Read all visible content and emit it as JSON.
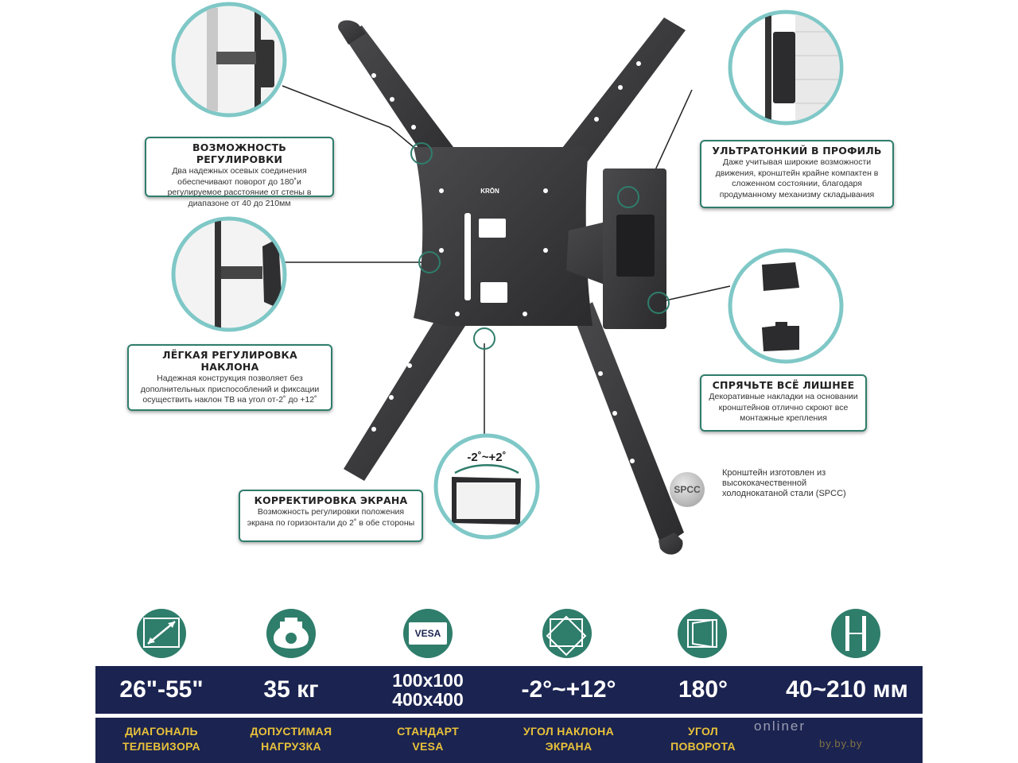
{
  "callouts": [
    {
      "id": "adjust",
      "title": "ВОЗМОЖНОСТЬ РЕГУЛИРОВКИ",
      "body": "Два надежных осевых соединения обеспечивают поворот  до 180˚и регулируемое расстояние от стены в диапазоне от 40 до 210мм"
    },
    {
      "id": "tilt",
      "title": "ЛЁГКАЯ РЕГУЛИРОВКА НАКЛОНА",
      "body": "Надежная конструкция позволяет без дополнительных приспособлений и фиксации осуществить наклон ТВ на угол от-2˚ до +12˚"
    },
    {
      "id": "level",
      "title": "КОРРЕКТИРОВКА ЭКРАНА",
      "body": "Возможность регулировки положения экрана по горизонтали до 2˚ в обе стороны"
    },
    {
      "id": "slim",
      "title": "УЛЬТРАТОНКИЙ В ПРОФИЛЬ",
      "body": "Даже учитывая широкие возможности движения, кронштейн крайне компактен в сложенном состоянии, благодаря продуманному механизму складывания"
    },
    {
      "id": "hide",
      "title": "СПРЯЧЬТЕ ВСЁ ЛИШНЕЕ",
      "body": "Декоративные накладки на основании кронштейнов отлично скроют все монтажные крепления"
    }
  ],
  "spcc": {
    "badge": "SPCC",
    "text": "Кронштейн изготовлен из высококачественной холоднокатаной  стали (SPCC)"
  },
  "brand": "KRŌN",
  "level_label": "-2˚~+2˚",
  "specs": [
    {
      "icon": "diagonal-icon",
      "value": "26\"-55\"",
      "label": "ДИАГОНАЛЬ ТЕЛЕВИЗОРА"
    },
    {
      "icon": "weight-icon",
      "value": "35 кг",
      "label": "ДОПУСТИМАЯ НАГРУЗКА"
    },
    {
      "icon": "vesa-icon",
      "icon_text": "VESA",
      "value": "100x100 400x400",
      "label": "СТАНДАРТ VESA"
    },
    {
      "icon": "tilt-angle-icon",
      "value": "-2°~+12°",
      "label": "УГОЛ НАКЛОНА ЭКРАНА"
    },
    {
      "icon": "rotation-icon",
      "value": "180°",
      "label": "УГОЛ ПОВОРОТА"
    },
    {
      "icon": "wall-distance-icon",
      "value": "40~210 мм",
      "label": ""
    }
  ],
  "watermark": {
    "main": "onliner",
    "sub": "by.by.by"
  },
  "colors": {
    "accent": "#2f7d6b",
    "band": "#1b2350",
    "label": "#e8c23a",
    "metal": "#3b3b3d"
  }
}
